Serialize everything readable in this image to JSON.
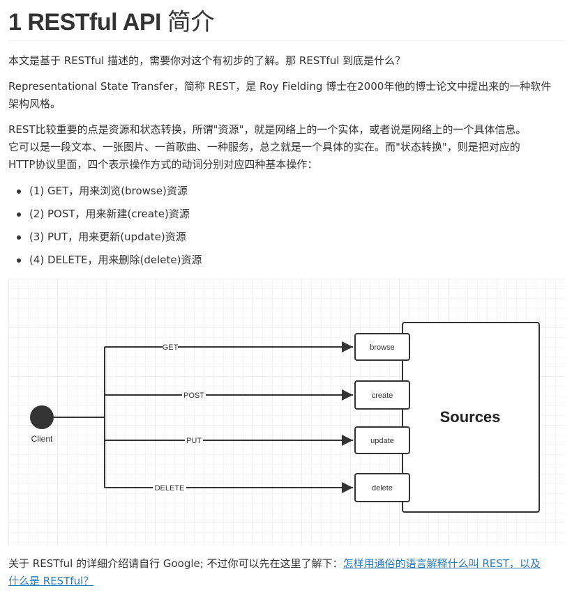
{
  "heading": {
    "number": "1",
    "latin": "RESTful API",
    "cjk": "简介"
  },
  "intro": "本文是基于 RESTful 描述的，需要你对这个有初步的了解。那 RESTful 到底是什么？",
  "definition": {
    "line1": "Representational State Transfer，简称 REST，是 Roy Fielding 博士在2000年他的博士论文中提出来的一种软件",
    "line2": "架构风格。"
  },
  "explanation": {
    "line1": "REST比较重要的点是资源和状态转换，所谓\"资源\"，就是网络上的一个实体，或者说是网络上的一个具体信息。",
    "line2": "它可以是一段文本、一张图片、一首歌曲、一种服务，总之就是一个具体的实在。而\"状态转换\"，则是把对应的",
    "line3": "HTTP协议里面，四个表示操作方式的动词分别对应四种基本操作："
  },
  "methods": [
    "(1) GET，用来浏览(browse)资源",
    "(2) POST，用来新建(create)资源",
    "(3) PUT，用来更新(update)资源",
    "(4) DELETE，用来删除(delete)资源"
  ],
  "diagram": {
    "client_label": "Client",
    "sources_label": "Sources",
    "verbs": [
      "GET",
      "POST",
      "PUT",
      "DELETE"
    ],
    "actions": [
      "browse",
      "create",
      "update",
      "delete"
    ],
    "colors": {
      "line": "#333333",
      "grid_minor": "#ececec",
      "grid_major": "#d9d9d9",
      "node": "#333333"
    }
  },
  "footer": {
    "text": "关于 RESTful 的详细介绍请自行 Google; 不过你可以先在这里了解下：",
    "link_line1": "怎样用通俗的语言解释什么叫 REST，以及",
    "link_line2": "什么是 RESTful？"
  }
}
